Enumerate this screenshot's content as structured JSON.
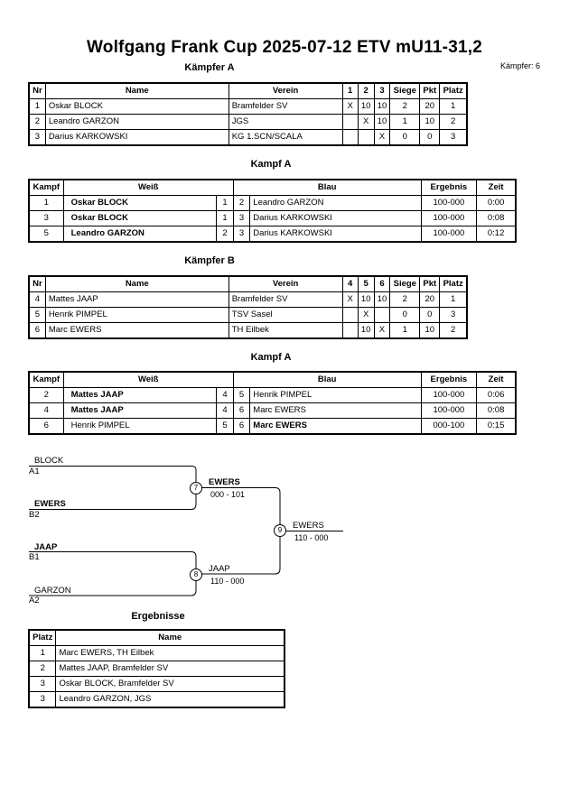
{
  "header": {
    "title": "Wolfgang Frank Cup  2025-07-12  ETV   mU11-31,2",
    "count": "Kämpfer: 6"
  },
  "pool_a": {
    "heading": "Kämpfer A",
    "columns": [
      "Nr",
      "Name",
      "Verein",
      "1",
      "2",
      "3",
      "Siege",
      "Pkt",
      "Platz"
    ],
    "rows": [
      {
        "nr": "1",
        "name": "Oskar BLOCK",
        "club": "Bramfelder SV",
        "r1": "X",
        "r2": "10",
        "r3": "10",
        "wins": "2",
        "pts": "20",
        "place": "1"
      },
      {
        "nr": "2",
        "name": "Leandro GARZON",
        "club": "JGS",
        "r1": "",
        "r2": "X",
        "r3": "10",
        "wins": "1",
        "pts": "10",
        "place": "2"
      },
      {
        "nr": "3",
        "name": "Darius KARKOWSKI",
        "club": "KG 1.SCN/SCALA",
        "r1": "",
        "r2": "",
        "r3": "X",
        "wins": "0",
        "pts": "0",
        "place": "3"
      }
    ]
  },
  "fights_a": {
    "heading": "Kampf A",
    "columns": [
      "Kampf",
      "Weiß",
      "Blau",
      "Ergebnis",
      "Zeit"
    ],
    "rows": [
      {
        "no": "1",
        "white": "Oskar BLOCK",
        "w": "1",
        "b": "2",
        "blue": "Leandro GARZON",
        "result": "100-000",
        "time": "0:00",
        "winner": "white"
      },
      {
        "no": "3",
        "white": "Oskar BLOCK",
        "w": "1",
        "b": "3",
        "blue": "Darius KARKOWSKI",
        "result": "100-000",
        "time": "0:08",
        "winner": "white"
      },
      {
        "no": "5",
        "white": "Leandro GARZON",
        "w": "2",
        "b": "3",
        "blue": "Darius KARKOWSKI",
        "result": "100-000",
        "time": "0:12",
        "winner": "white"
      }
    ]
  },
  "pool_b": {
    "heading": "Kämpfer B",
    "columns": [
      "Nr",
      "Name",
      "Verein",
      "4",
      "5",
      "6",
      "Siege",
      "Pkt",
      "Platz"
    ],
    "rows": [
      {
        "nr": "4",
        "name": "Mattes JAAP",
        "club": "Bramfelder SV",
        "r1": "X",
        "r2": "10",
        "r3": "10",
        "wins": "2",
        "pts": "20",
        "place": "1"
      },
      {
        "nr": "5",
        "name": "Henrik PIMPEL",
        "club": "TSV Sasel",
        "r1": "",
        "r2": "X",
        "r3": "",
        "wins": "0",
        "pts": "0",
        "place": "3"
      },
      {
        "nr": "6",
        "name": "Marc EWERS",
        "club": "TH Eilbek",
        "r1": "",
        "r2": "10",
        "r3": "X",
        "wins": "1",
        "pts": "10",
        "place": "2"
      }
    ]
  },
  "fights_b": {
    "heading": "Kampf A",
    "columns": [
      "Kampf",
      "Weiß",
      "Blau",
      "Ergebnis",
      "Zeit"
    ],
    "rows": [
      {
        "no": "2",
        "white": "Mattes JAAP",
        "w": "4",
        "b": "5",
        "blue": "Henrik PIMPEL",
        "result": "100-000",
        "time": "0:06",
        "winner": "white"
      },
      {
        "no": "4",
        "white": "Mattes JAAP",
        "w": "4",
        "b": "6",
        "blue": "Marc EWERS",
        "result": "100-000",
        "time": "0:08",
        "winner": "white"
      },
      {
        "no": "6",
        "white": "Henrik PIMPEL",
        "w": "5",
        "b": "6",
        "blue": "Marc EWERS",
        "result": "000-100",
        "time": "0:15",
        "winner": "blue"
      }
    ]
  },
  "bracket": {
    "slot1": {
      "name": "BLOCK",
      "seed": "A1"
    },
    "slot2": {
      "name": "EWERS",
      "seed": "B2"
    },
    "slot3": {
      "name": "JAAP",
      "seed": "B1"
    },
    "slot4": {
      "name": "GARZON",
      "seed": "A2"
    },
    "m7": {
      "no": "7",
      "winner": "EWERS",
      "score": "000 - 101"
    },
    "m8": {
      "no": "8",
      "winner": "JAAP",
      "score": "110 - 000"
    },
    "m9": {
      "no": "9",
      "winner": "EWERS",
      "score": "110 - 000"
    }
  },
  "results": {
    "heading": "Ergebnisse",
    "columns": [
      "Platz",
      "Name"
    ],
    "rows": [
      {
        "place": "1",
        "name": "Marc EWERS, TH Eilbek"
      },
      {
        "place": "2",
        "name": "Mattes JAAP, Bramfelder SV"
      },
      {
        "place": "3",
        "name": "Oskar BLOCK, Bramfelder SV"
      },
      {
        "place": "3",
        "name": "Leandro GARZON, JGS"
      }
    ]
  }
}
